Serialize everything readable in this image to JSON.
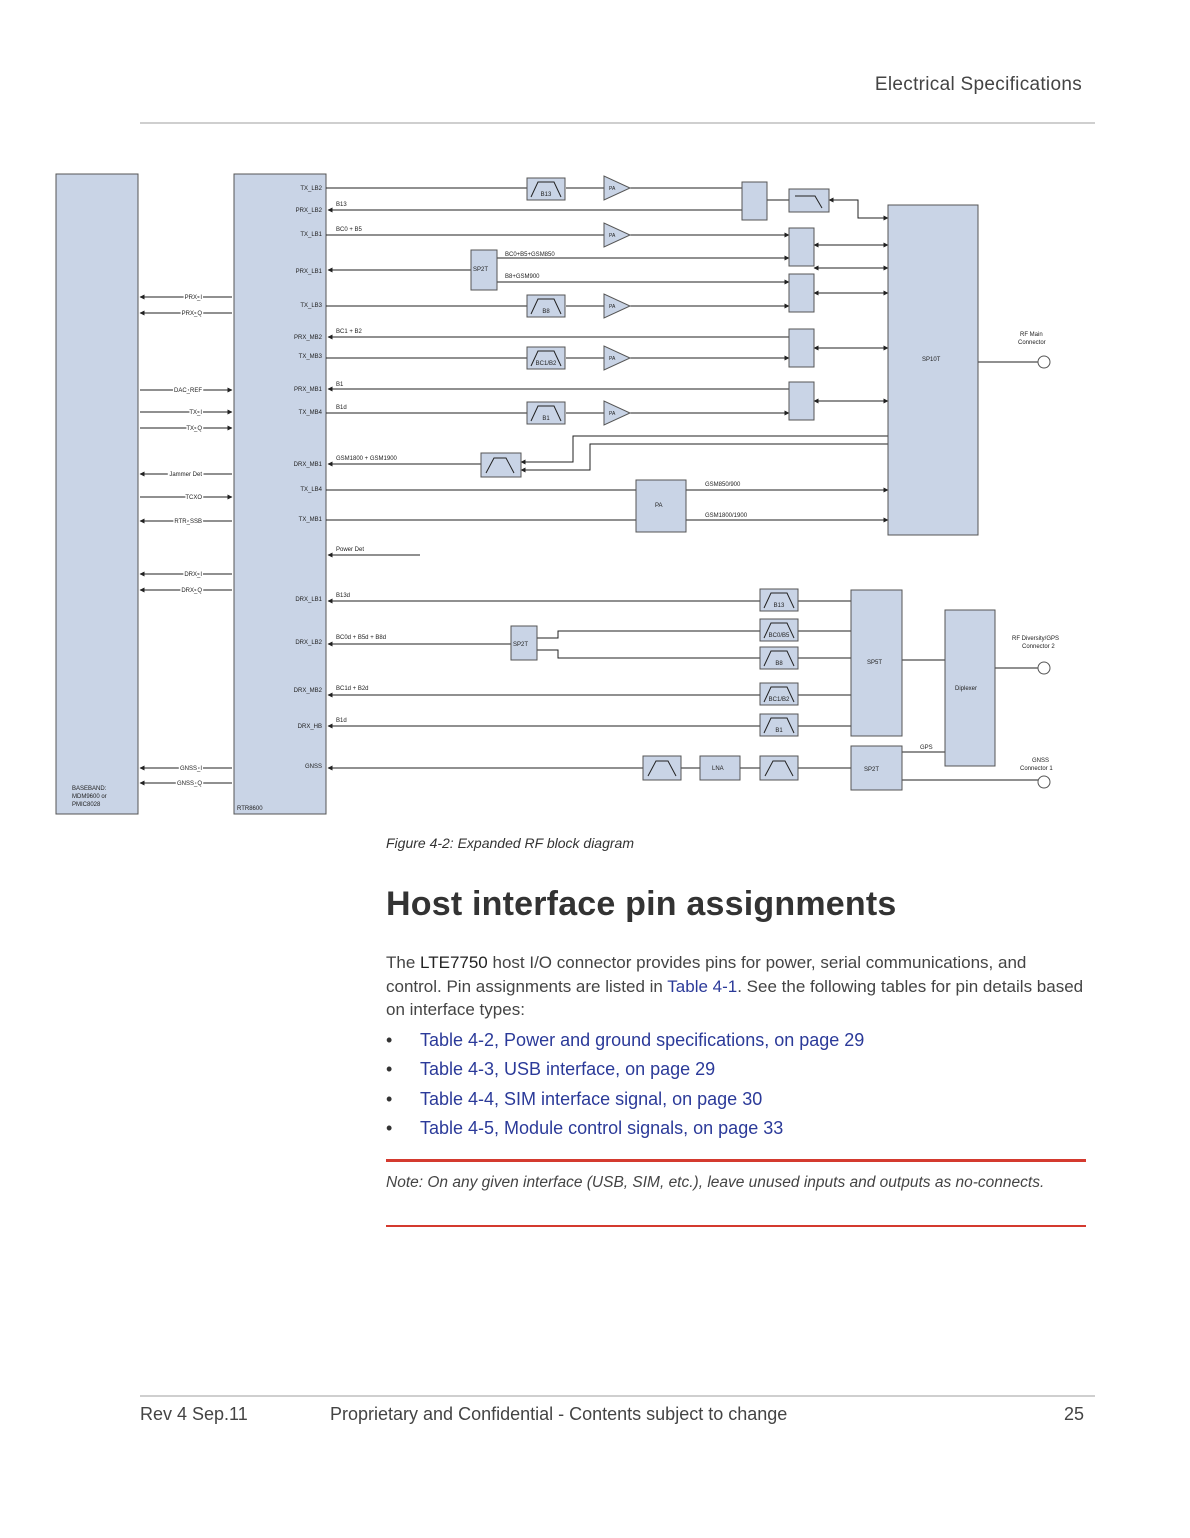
{
  "header": {
    "section": "Electrical Specifications"
  },
  "diagram": {
    "baseband_lines": [
      "BASEBAND:",
      "MDM9600 or",
      "PMIC8028"
    ],
    "rtr_label": "RTR8600",
    "left_signals": [
      "PRX_I",
      "PRX_Q",
      "DAC_REF",
      "TX_I",
      "TX_Q",
      "Jammer Det",
      "TCXO",
      "RTR_SSB",
      "DRX_I",
      "DRX_Q",
      "GNSS_I",
      "GNSS_Q"
    ],
    "rtr_pins": [
      "TX_LB2",
      "PRX_LB2",
      "TX_LB1",
      "PRX_LB1",
      "TX_LB3",
      "PRX_MB2",
      "TX_MB3",
      "PRX_MB1",
      "TX_MB4",
      "DRX_MB1",
      "TX_LB4",
      "TX_MB1",
      "DRX_LB1",
      "DRX_LB2",
      "DRX_MB2",
      "DRX_HB",
      "GNSS"
    ],
    "band_labels": [
      "B13",
      "BC0 + B5",
      "BC0+B5+GSM850",
      "B8+GSM900",
      "BC1 + B2",
      "B1",
      "B1d",
      "GSM1800 + GSM1900",
      "GSM850/900",
      "GSM1800/1900",
      "Power Det",
      "B13d",
      "BC0d + B5d + B8d",
      "BC1d + B2d",
      "B1d",
      "GPS"
    ],
    "filters": [
      "B13",
      "B8",
      "BC1/B2",
      "B1",
      "B13",
      "BC0/B5",
      "B8",
      "BC1/B2",
      "B1"
    ],
    "blocks": {
      "pa": "PA",
      "sp2t": "SP2T",
      "sp10t": "SP10T",
      "sp5t": "SP5T",
      "diplexer": "Diplexer",
      "lna": "LNA"
    },
    "connectors": {
      "main": [
        "RF Main",
        "Connector"
      ],
      "diversity": [
        "RF Diversity/GPS",
        "Connector 2"
      ],
      "gnss": [
        "GNSS",
        "Connector 1"
      ]
    }
  },
  "figure": {
    "caption": "Figure 4-2: Expanded RF block diagram"
  },
  "section": {
    "title": "Host interface pin assignments",
    "intro_1": "The ",
    "product": "LTE7750",
    "intro_2": " host I/O connector provides pins for power, serial communications, and control. Pin assignments are listed in ",
    "table_ref": "Table 4-1",
    "intro_3": ". See the following tables for pin details based on interface types:",
    "bullets": [
      "Table 4-2, Power and ground specifications, on page 29",
      "Table 4-3, USB interface, on page 29",
      "Table 4-4, SIM interface signal, on page 30",
      "Table 4-5, Module control signals, on page 33"
    ],
    "bullet_glyph": "•"
  },
  "note": "Note:  On any given interface (USB, SIM, etc.), leave unused inputs and outputs as no-connects.",
  "footer": {
    "revision": "Rev 4  Sep.11",
    "notice": "Proprietary and Confidential - Contents subject to change",
    "page": "25"
  },
  "colors": {
    "block_fill": "#c9d4e6",
    "block_stroke": "#555555",
    "note_rule": "#d43a2f",
    "link": "#2b3a99"
  }
}
